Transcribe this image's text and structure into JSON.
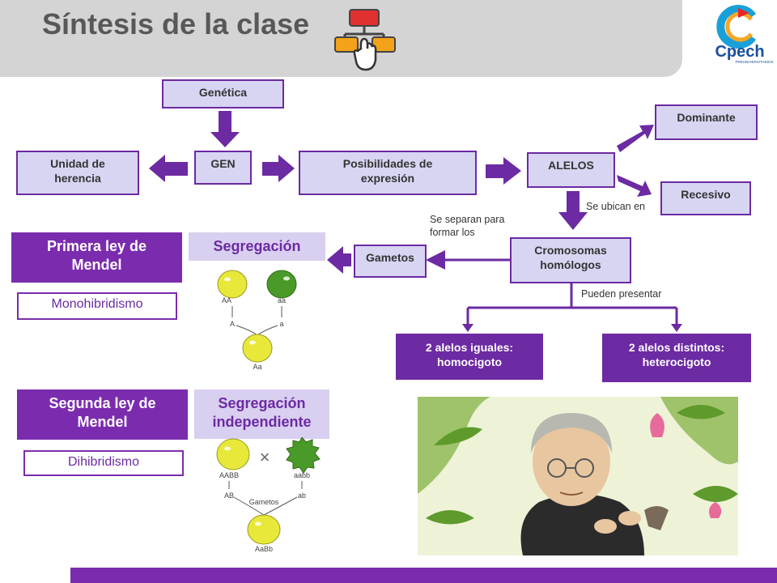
{
  "title": "Síntesis de la clase",
  "logo": {
    "text": "Cpech",
    "subtext": "PREUNIVERSITARIOS",
    "colors": [
      "#e8242b",
      "#f5a623",
      "#1aa0d8",
      "#1b4fa0"
    ]
  },
  "concept_map": {
    "genetica": "Genética",
    "gen": "GEN",
    "unidad": "Unidad de herencia",
    "posibilidades": "Posibilidades de expresión",
    "alelos": "ALELOS",
    "dominante": "Dominante",
    "recesivo": "Recesivo",
    "se_ubican": "Se ubican en",
    "cromosomas": "Cromosomas homólogos",
    "se_separan": "Se separan para formar los",
    "gametos": "Gametos",
    "pueden_presentar": "Pueden presentar",
    "homocigoto": "2 alelos iguales: homocigoto",
    "heterocigoto": "2 alelos distintos: heterocigoto"
  },
  "laws": {
    "first_title": "Primera ley de Mendel",
    "segregacion": "Segregación",
    "monohibridismo": "Monohibridismo",
    "second_title": "Segunda ley de Mendel",
    "segregacion_independiente": "Segregación independiente",
    "dihibridismo": "Dihibridismo"
  },
  "cross1": {
    "parent1": "AA",
    "parent2": "aa",
    "gamete1": "A",
    "gamete2": "a",
    "offspring": "Aa"
  },
  "cross2": {
    "parent1": "AABB",
    "parent2": "aabb",
    "symbol": "×",
    "gamete1": "AB",
    "gamete2": "ab",
    "gametes_label": "Gametos",
    "offspring": "AaBb"
  },
  "colors": {
    "accent": "#6c2aa3",
    "box_fill": "#d7d5f2",
    "seed_yellow": "#e8e83a",
    "seed_green": "#4a9a2a"
  }
}
